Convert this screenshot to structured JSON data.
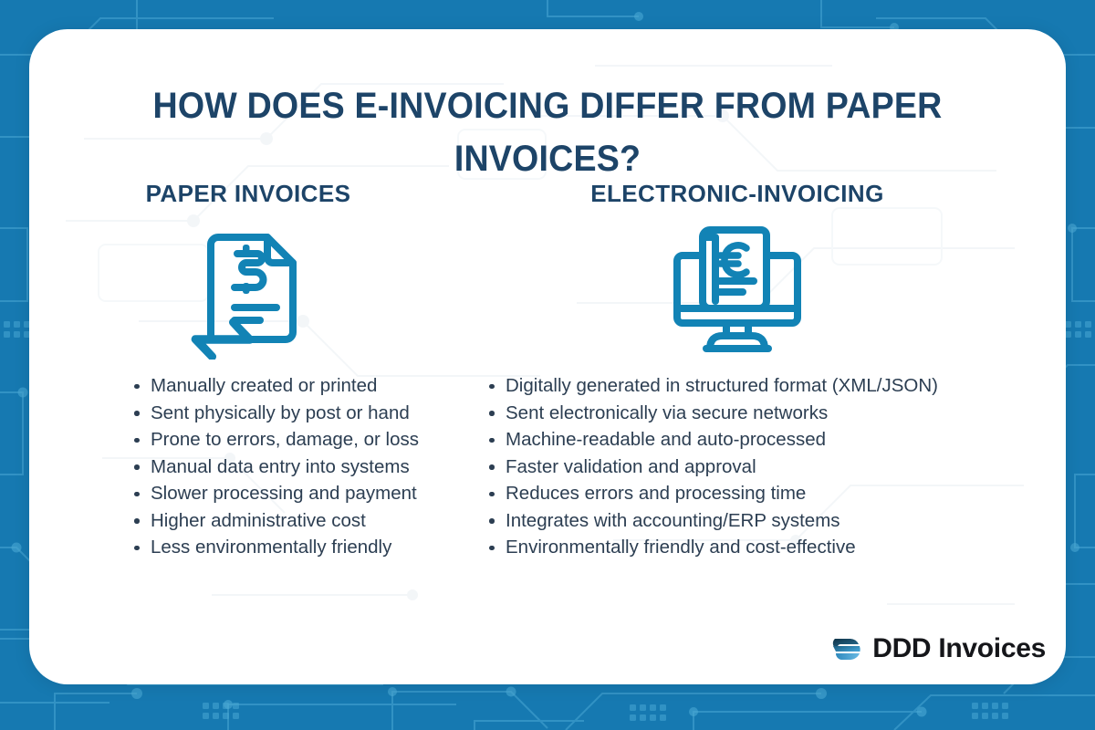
{
  "title": "HOW DOES E-INVOICING DIFFER FROM PAPER INVOICES?",
  "colors": {
    "background_blue": "#1577ae",
    "card_white": "#ffffff",
    "heading_navy": "#1d4468",
    "body_slate": "#2c3e52",
    "icon_blue": "#1283b5",
    "logo_dark": "#15161a",
    "logo_mark_navy": "#123a52",
    "logo_mark_blue": "#3a93c8"
  },
  "columns": [
    {
      "heading": "PAPER INVOICES",
      "icon": "paper-invoice-document-icon",
      "bullets": [
        "Manually created or printed",
        "Sent physically by post or hand",
        "Prone to errors, damage, or loss",
        "Manual data entry into systems",
        "Slower processing and payment",
        "Higher administrative cost",
        "Less environmentally friendly"
      ]
    },
    {
      "heading": "ELECTRONIC-INVOICING",
      "icon": "electronic-invoice-monitor-icon",
      "bullets": [
        "Digitally generated in structured format (XML/JSON)",
        "Sent electronically via secure networks",
        "Machine-readable and auto-processed",
        "Faster validation and approval",
        "Reduces errors and processing time",
        "Integrates with accounting/ERP systems",
        "Environmentally friendly and cost-effective"
      ]
    }
  ],
  "logo": {
    "text": "DDD Invoices",
    "mark": "ddd-invoices-logo-mark"
  }
}
